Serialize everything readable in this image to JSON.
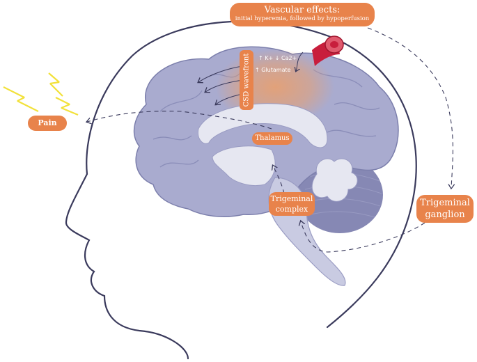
{
  "labels": {
    "vascular_title": "Vascular effects:",
    "vascular_sub": "initial hyperemia, followed by hypoperfusion",
    "csd": "CSD wavefront",
    "ions": "↑ K+  ↓ Ca2+",
    "glutamate": "↑ Glutamate",
    "thalamus": "Thalamus",
    "trigeminal_complex_1": "Trigeminal",
    "trigeminal_complex_2": "complex",
    "trigeminal_ganglion_1": "Trigeminal",
    "trigeminal_ganglion_2": "ganglion",
    "pain": "Pain"
  },
  "colors": {
    "label_fill": "#e8834b",
    "brain": "#a9abcf",
    "brain_outline": "#6f72a0",
    "inner": "#e6e7f1",
    "cerebellum": "#8688b4",
    "brainstem": "#c9cbe2",
    "head_outline": "#3a3a5c",
    "vessel": "#c81e3c",
    "csd_glow": "#e8a070",
    "lightning": "#f2e13a",
    "arrow": "#3a3a5c"
  },
  "icons": [
    "lightning-icon",
    "blood-vessel-icon"
  ]
}
